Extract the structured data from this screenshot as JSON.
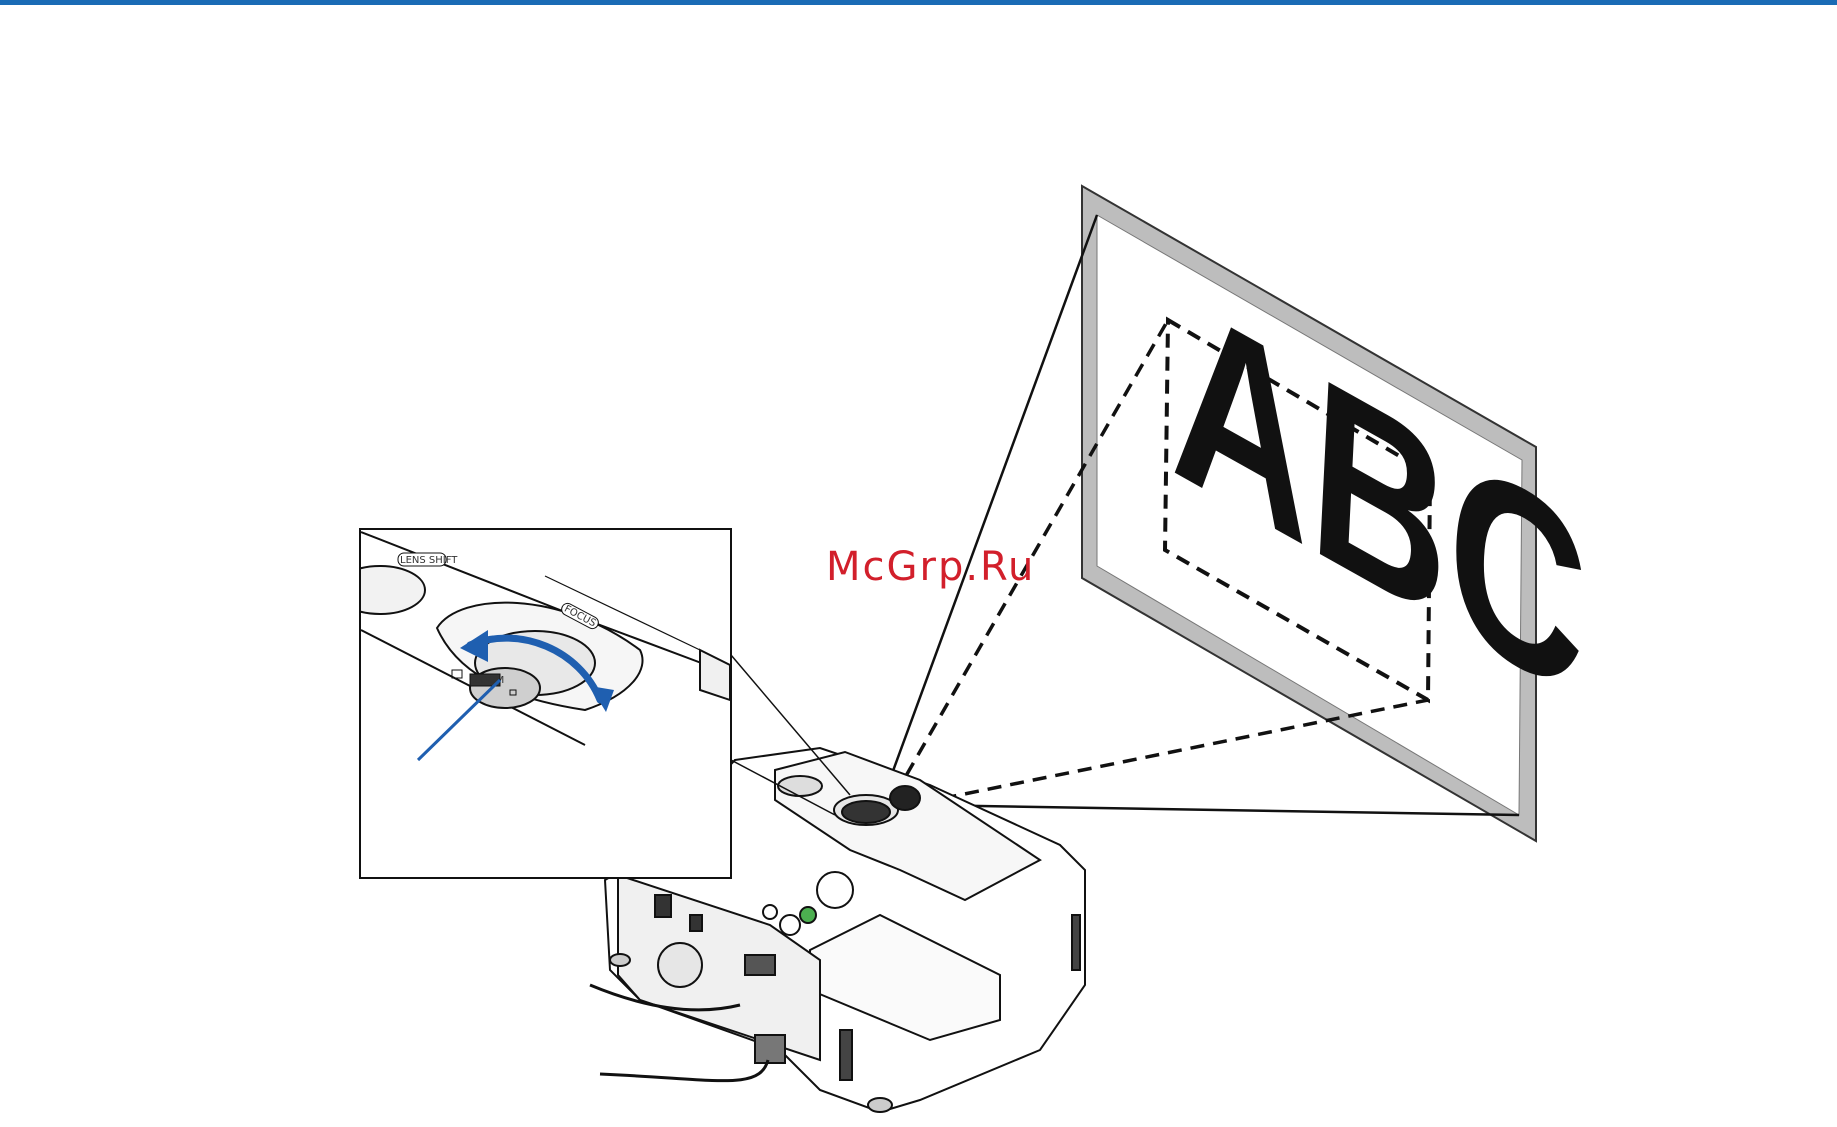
{
  "figure": {
    "screen_text": "ABC",
    "watermark": "McGrp.Ru",
    "inset_labels": {
      "lens_shift": "LENS SHIFT",
      "focus": "FOCUS",
      "zoom": "ZOOM"
    }
  },
  "colors": {
    "top_rule": "#1a6bb5",
    "arrow_blue": "#1f5fb0",
    "watermark": "#d21f2b",
    "screen_frame": "#bdbdbd"
  }
}
